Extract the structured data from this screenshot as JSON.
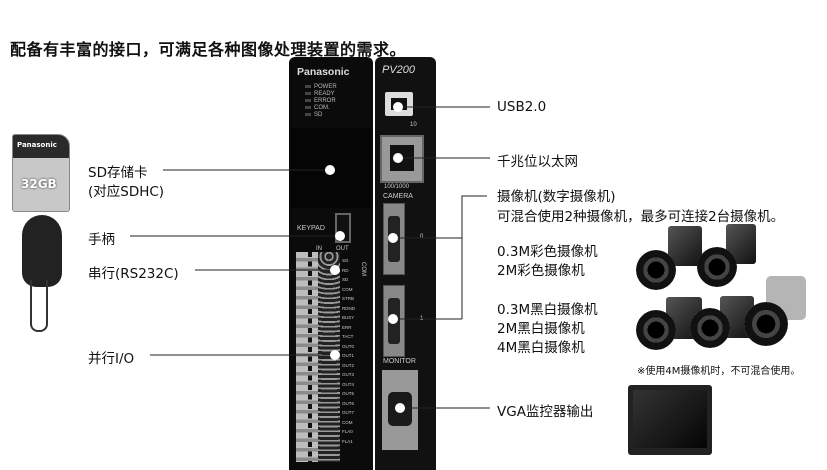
{
  "title": "配备有丰富的接口，可满足各种图像处理装置的需求。",
  "device": {
    "brand": "Panasonic",
    "model": "PV200",
    "leds": [
      "POWER",
      "READY",
      "ERROR",
      "COM.",
      "SD"
    ],
    "usb_label": "10",
    "lan_label": "100/1000",
    "camera_label": "CAMERA",
    "keypad_label": "KEYPAD",
    "in_label": "IN",
    "out_label": "OUT",
    "cam_port_0": "0",
    "cam_port_1": "1",
    "monitor_label": "MONITOR",
    "pin_labels": [
      "SG",
      "RD",
      "SD",
      "COM",
      "STRB",
      "RDND",
      "BUSY",
      "ERR",
      "TACT",
      "OUT0",
      "OUT1",
      "OUT2",
      "OUT3",
      "OUT4",
      "OUT5",
      "OUT6",
      "OUT7",
      "COM",
      "FLA0",
      "FLA1"
    ],
    "com_label": "COM"
  },
  "sd_card": {
    "brand": "Panasonic",
    "capacity": "32GB"
  },
  "left_labels": {
    "sd": "SD存储卡",
    "sdhc": "(对应SDHC)",
    "keypad": "手柄",
    "serial": "串行(RS232C)",
    "parallel": "并行I/O"
  },
  "right_labels": {
    "usb": "USB2.0",
    "ethernet": "千兆位以太网",
    "camera_title": "摄像机(数字摄像机)",
    "camera_desc": "可混合使用2种摄像机，最多可连接2台摄像机。",
    "color_03m": "0.3M彩色摄像机",
    "color_2m": "2M彩色摄像机",
    "mono_03m": "0.3M黑白摄像机",
    "mono_2m": "2M黑白摄像机",
    "mono_4m": "4M黑白摄像机",
    "note": "※使用4M摄像机时，不可混合使用。",
    "vga": "VGA监控器输出"
  }
}
